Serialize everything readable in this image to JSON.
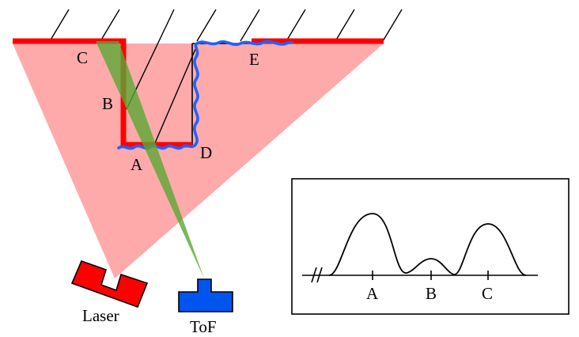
{
  "colors": {
    "surface_lit": "#ff0000",
    "laser_fan": "#ffaaaa",
    "tof_beam": "#5aa832",
    "multipath_trace": "#1f63ff",
    "laser_device": "#ff0000",
    "tof_device": "#0055ee",
    "hatch": "#000000"
  },
  "points": {
    "c": "C",
    "b": "B",
    "a": "A",
    "d": "D",
    "e": "E"
  },
  "devices": {
    "laser": "Laser",
    "tof": "ToF"
  },
  "inset": {
    "ticks": [
      "A",
      "B",
      "C"
    ],
    "axis_break_icon": "axis-break-icon"
  }
}
